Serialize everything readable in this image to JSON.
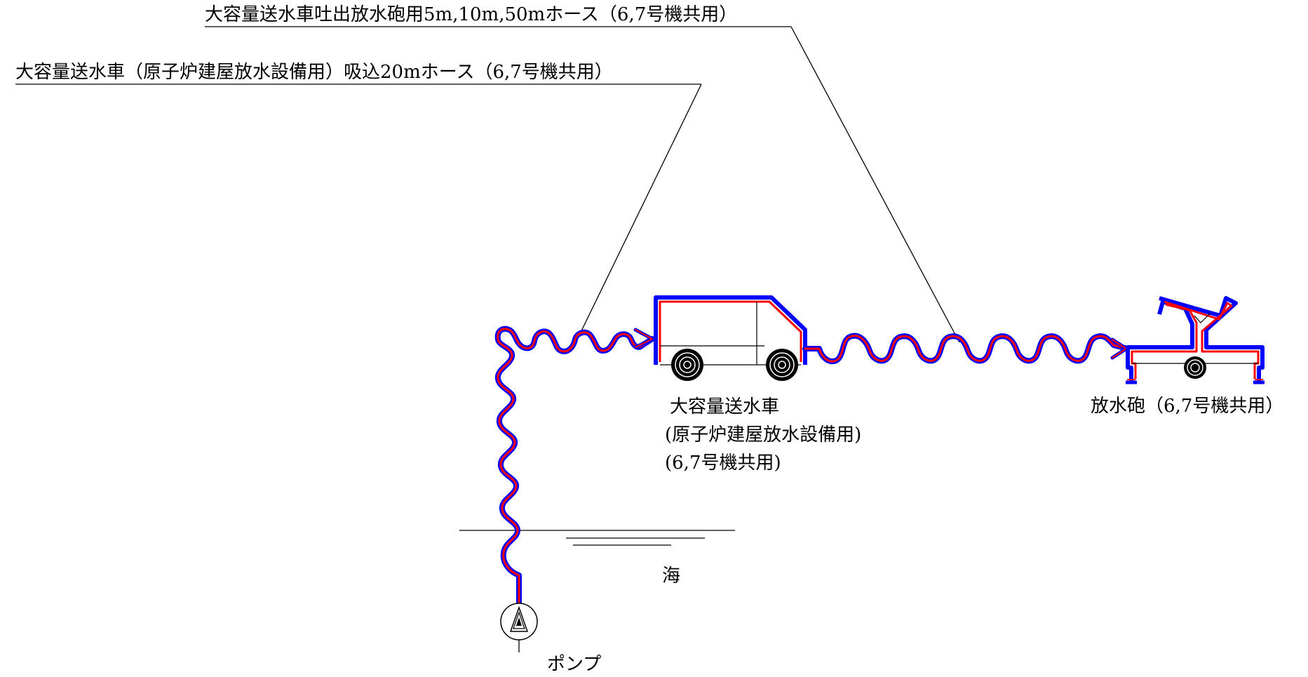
{
  "labels": {
    "discharge_hose": "大容量送水車吐出放水砲用5m,10m,50mホース（6,7号機共用）",
    "suction_hose": "大容量送水車（原子炉建屋放水設備用）吸込20mホース（6,7号機共用）",
    "truck_line1": "大容量送水車",
    "truck_line2": "(原子炉建屋放水設備用)",
    "truck_line3": "(6,7号機共用)",
    "cannon": "放水砲（6,7号機共用）",
    "sea": "海",
    "pump": "ポンプ"
  },
  "colors": {
    "hose_inner": "#ff0000",
    "hose_outer": "#0000ff",
    "line": "#000000"
  }
}
